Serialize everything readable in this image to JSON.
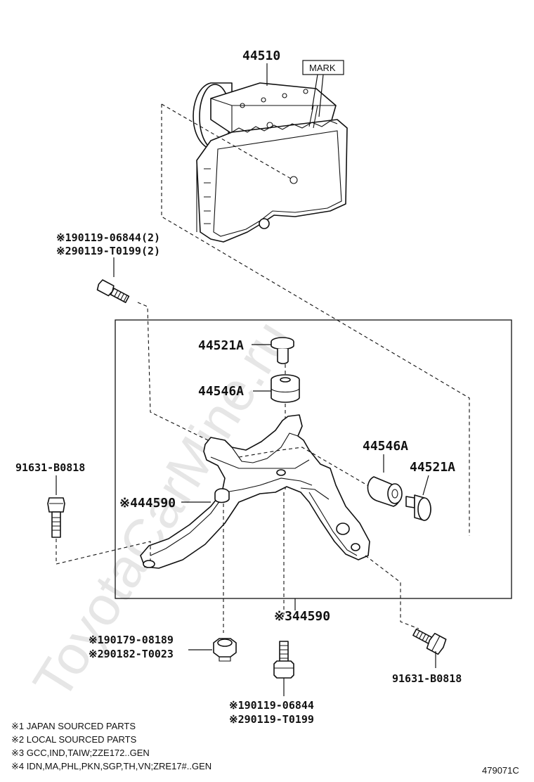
{
  "watermark": "ToyotaCarMine.ru",
  "mark_label": "MARK",
  "labels": {
    "assembly": "44510",
    "bolt_top_1": "※190119-06844(2)",
    "bolt_top_2": "※290119-T0199(2)",
    "collar_top": "44521A",
    "cushion_top": "44546A",
    "cushion_right": "44546A",
    "collar_right": "44521A",
    "bolt_left": "91631-B0818",
    "bracket_sub": "※444590",
    "bracket_box": "※344590",
    "nut_1": "※190179-08189",
    "nut_2": "※290182-T0023",
    "bolt_right": "91631-B0818",
    "stud_1": "※190119-06844",
    "stud_2": "※290119-T0199"
  },
  "notes": [
    "※1 JAPAN SOURCED PARTS",
    "※2 LOCAL SOURCED PARTS",
    "※3 GCC,IND,TAIW;ZZE172..GEN",
    "※4 IDN,MA,PHL,PKN,SGP,TH,VN;ZRE17#..GEN"
  ],
  "diagram_id": "479071C"
}
